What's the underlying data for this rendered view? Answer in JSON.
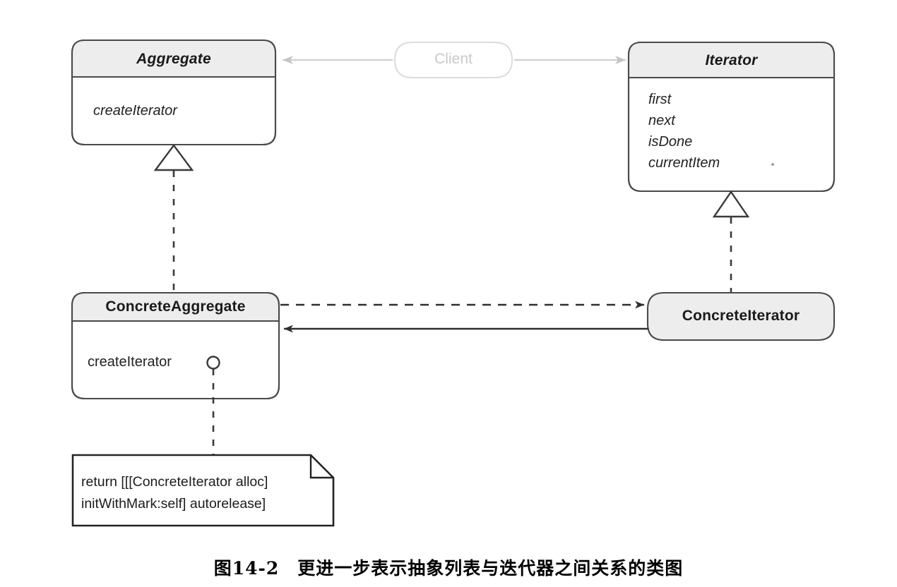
{
  "figure": {
    "caption": "图14-2　更进一步表示抽象列表与迭代器之间关系的类图",
    "background_color": "#ffffff",
    "line_color": "#3a3a3a",
    "header_fill": "#ededed",
    "faint_color": "#d2d2d2"
  },
  "classes": {
    "aggregate": {
      "title": "Aggregate",
      "abstract": true,
      "members": [
        "createIterator"
      ]
    },
    "iterator": {
      "title": "Iterator",
      "abstract": true,
      "members": [
        "first",
        "next",
        "isDone",
        "currentItem"
      ]
    },
    "concrete_aggregate": {
      "title": "ConcreteAggregate",
      "abstract": false,
      "members": [
        "createIterator"
      ]
    },
    "concrete_iterator": {
      "title": "ConcreteIterator",
      "abstract": false,
      "members": []
    },
    "client": {
      "title": "Client"
    }
  },
  "note": {
    "lines": [
      "return [[[ConcreteIterator alloc]",
      "initWithMark:self] autorelease]"
    ]
  },
  "relationships": [
    {
      "name": "client-to-aggregate",
      "from": "Client",
      "to": "Aggregate",
      "style": "solid",
      "arrow": "open-filled",
      "faint": true
    },
    {
      "name": "client-to-iterator",
      "from": "Client",
      "to": "Iterator",
      "style": "solid",
      "arrow": "open-filled",
      "faint": true
    },
    {
      "name": "concrete-aggregate-realizes-aggregate",
      "from": "ConcreteAggregate",
      "to": "Aggregate",
      "style": "dashed",
      "arrow": "hollow-triangle",
      "faint": false
    },
    {
      "name": "concrete-iterator-realizes-iterator",
      "from": "ConcreteIterator",
      "to": "Iterator",
      "style": "dashed",
      "arrow": "hollow-triangle",
      "faint": false
    },
    {
      "name": "concrete-aggregate-creates-concrete-iterator",
      "from": "ConcreteAggregate",
      "to": "ConcreteIterator",
      "style": "dashed",
      "arrow": "filled-triangle",
      "faint": false
    },
    {
      "name": "concrete-iterator-references-concrete-aggregate",
      "from": "ConcreteIterator",
      "to": "ConcreteAggregate",
      "style": "solid",
      "arrow": "filled-triangle",
      "faint": false
    },
    {
      "name": "create-iterator-note-link",
      "from": "createIterator",
      "to": "note",
      "style": "dashed",
      "arrow": "circle-anchor",
      "faint": false
    }
  ]
}
